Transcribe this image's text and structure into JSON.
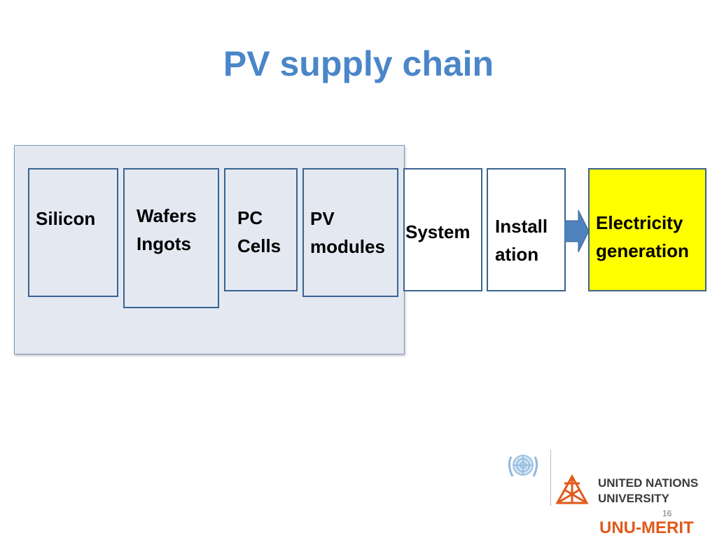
{
  "slide": {
    "title": "PV supply chain",
    "page_number": "16"
  },
  "chain": {
    "silicon": "Silicon",
    "wafers": "Wafers\nIngots",
    "cells": "PC\nCells",
    "modules": "PV\nmodules",
    "system": "System",
    "installation": "Install\nation",
    "electricity": "Electricity\ngeneration"
  },
  "logos": {
    "un_line1": "UNITED NATIONS",
    "un_line2": "UNIVERSITY",
    "merit": "UNU-MERIT"
  },
  "colors": {
    "title": "#4a86c8",
    "box_border": "#3a6391",
    "group_background": "#e3e8f1",
    "highlight": "#ffff00",
    "arrow": "#4f81bd",
    "merit": "#e05a1a"
  }
}
